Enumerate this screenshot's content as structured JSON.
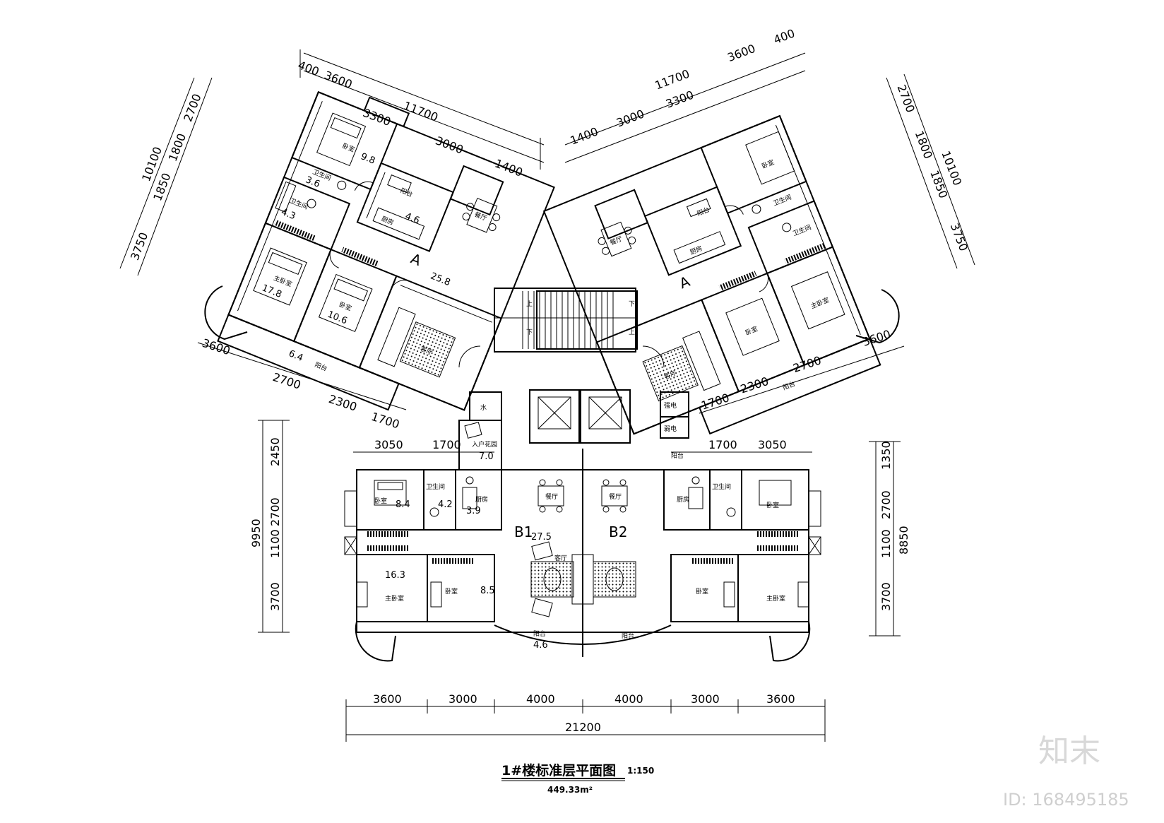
{
  "title": {
    "name": "1#楼标准层平面图",
    "scale": "1:150",
    "area": "449.33m²"
  },
  "watermark": {
    "brand": "知末",
    "id": "ID: 168495185"
  },
  "units": {
    "left_A": "A",
    "right_A": "A",
    "b1": "B1",
    "b2": "B2"
  },
  "areas": {
    "a_bed_top": "9.8",
    "a_bath1": "3.6",
    "a_kitchen": "4.6",
    "a_bath2": "4.3",
    "a_living": "25.8",
    "a_master": "17.8",
    "a_bed2": "10.6",
    "a_balcony": "6.4",
    "b_entry": "7.0",
    "b_bed": "8.4",
    "b_bath": "4.2",
    "b_kitchen": "3.9",
    "b_living": "27.5",
    "b_master": "16.3",
    "b_bed2": "8.5",
    "b_balcony": "4.6"
  },
  "rooms": {
    "bedroom": "卧室",
    "master": "主卧室",
    "bath": "卫生间",
    "kitchen": "厨房",
    "dining": "餐厅",
    "living": "客厅",
    "balcony": "阳台",
    "water": "水",
    "strong": "强电",
    "weak": "弱电",
    "entry": "入户花园",
    "up": "上",
    "down": "下"
  },
  "dims": {
    "lt_400": "400",
    "lt_3600": "3600",
    "lt_11700": "11700",
    "lt_3300": "3300",
    "lt_3000": "3000",
    "lt_1400": "1400",
    "rt_11700": "11700",
    "rt_3600": "3600",
    "rt_400": "400",
    "rt_3300": "3300",
    "rt_3000": "3000",
    "rt_1400": "1400",
    "ll_10100": "10100",
    "ll_2700": "2700",
    "ll_1800": "1800",
    "ll_1850": "1850",
    "ll_3750": "3750",
    "rr_2700": "2700",
    "rr_1800": "1800",
    "rr_1850": "1850",
    "rr_10100": "10100",
    "rr_3750": "3750",
    "lb_3600": "3600",
    "lb_2700": "2700",
    "lb_2300": "2300",
    "lb_1700": "1700",
    "rb_1700": "1700",
    "rb_2300": "2300",
    "rb_2700": "2700",
    "rb_3600": "3600",
    "b_3050_l": "3050",
    "b_1700_l": "1700",
    "b_1700_r": "1700",
    "b_3050_r": "3050",
    "bl_9950": "9950",
    "bl_2450": "2450",
    "bl_2700": "2700",
    "bl_1100": "1100",
    "bl_3700": "3700",
    "br_1350": "1350",
    "br_2700": "2700",
    "br_1100": "1100",
    "br_8850": "8850",
    "br_3700": "3700",
    "bot_3600a": "3600",
    "bot_3000a": "3000",
    "bot_4000a": "4000",
    "bot_4000b": "4000",
    "bot_3000b": "3000",
    "bot_3600b": "3600",
    "bot_total": "21200"
  },
  "pattern_color": "#000000"
}
